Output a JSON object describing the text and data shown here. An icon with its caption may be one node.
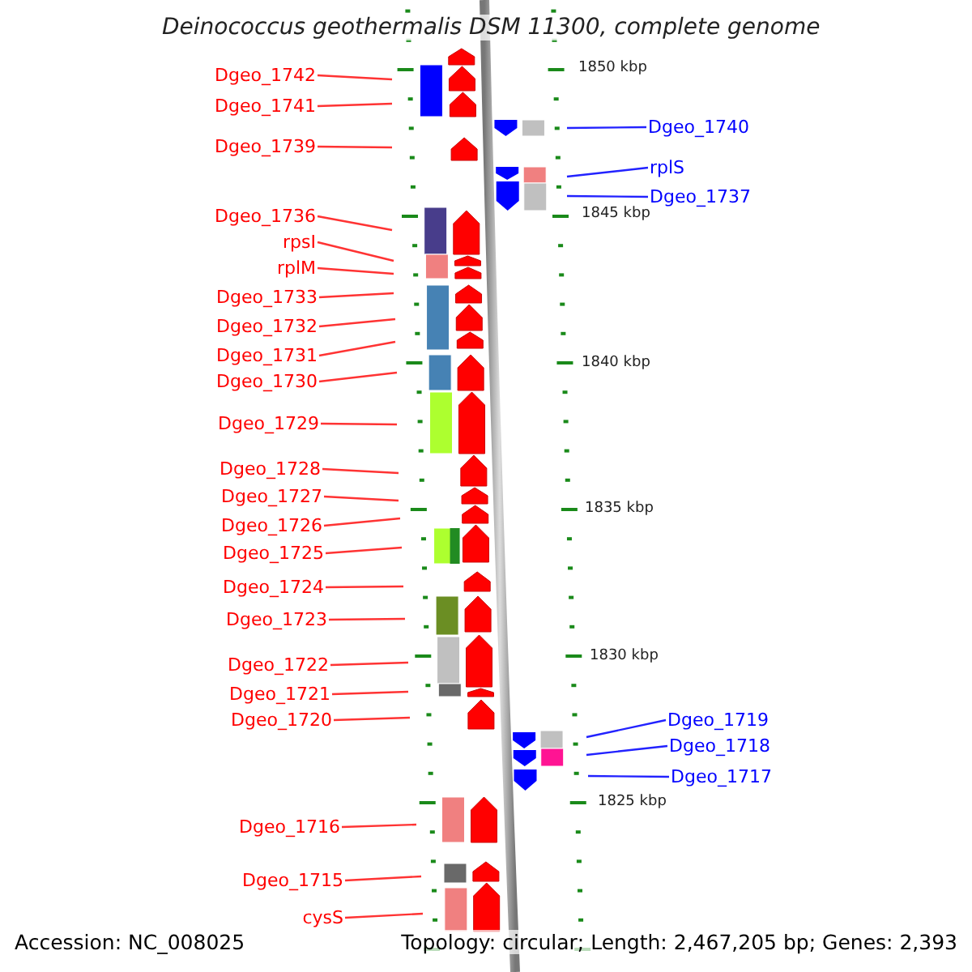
{
  "diagram": {
    "title": "Deinococcus geothermalis DSM 11300, complete genome",
    "nodes": [
      {
        "text": [
          "Dgeo_1742"
        ]
      },
      {
        "text": [
          "Dgeo_1741"
        ]
      },
      {
        "text": [
          "Dgeo_1740"
        ]
      },
      {
        "text": [
          "Dgeo_1739"
        ]
      },
      {
        "text": [
          "rplS"
        ]
      },
      {
        "text": [
          "Dgeo_1737"
        ]
      },
      {
        "text": [
          "Dgeo_1736"
        ]
      },
      {
        "text": [
          "rpsI"
        ]
      },
      {
        "text": [
          "rplM"
        ]
      },
      {
        "text": [
          "Dgeo_1733"
        ]
      },
      {
        "text": [
          "Dgeo_1732"
        ]
      },
      {
        "text": [
          "Dgeo_1731"
        ]
      },
      {
        "text": [
          "Dgeo_1730"
        ]
      },
      {
        "text": [
          "Dgeo_1729"
        ]
      },
      {
        "text": [
          "Dgeo_1728"
        ]
      },
      {
        "text": [
          "Dgeo_1727"
        ]
      },
      {
        "text": [
          "Dgeo_1726"
        ]
      },
      {
        "text": [
          "Dgeo_1725"
        ]
      },
      {
        "text": [
          "Dgeo_1724"
        ]
      },
      {
        "text": [
          "Dgeo_1723"
        ]
      },
      {
        "text": [
          "Dgeo_1722"
        ]
      },
      {
        "text": [
          "Dgeo_1721"
        ]
      },
      {
        "text": [
          "Dgeo_1720"
        ]
      },
      {
        "text": [
          "Dgeo_1719"
        ]
      },
      {
        "text": [
          "Dgeo_1718"
        ]
      },
      {
        "text": [
          "Dgeo_1717"
        ]
      },
      {
        "text": [
          "Dgeo_1716"
        ]
      },
      {
        "text": [
          "Dgeo_1715"
        ]
      },
      {
        "text": [
          "cysS"
        ]
      }
    ],
    "edges": [
      {
        "from": 0,
        "to": null,
        "arrow": "none"
      },
      {
        "from": 1,
        "to": null,
        "arrow": "none"
      },
      {
        "from": 2,
        "to": null,
        "arrow": "none",
        "color": "#2222ff"
      },
      {
        "from": 3,
        "to": null,
        "arrow": "none"
      },
      {
        "from": 4,
        "to": null,
        "arrow": "none",
        "color": "#2222ff"
      },
      {
        "from": 5,
        "to": null,
        "arrow": "none",
        "color": "#2222ff"
      },
      {
        "from": 6,
        "to": null,
        "arrow": "none"
      },
      {
        "from": 7,
        "to": null,
        "arrow": "none"
      },
      {
        "from": 8,
        "to": null,
        "arrow": "none"
      },
      {
        "from": 9,
        "to": null,
        "arrow": "none"
      },
      {
        "from": 10,
        "to": null,
        "arrow": "none"
      },
      {
        "from": 11,
        "to": null,
        "arrow": "none"
      },
      {
        "from": 12,
        "to": null,
        "arrow": "none"
      },
      {
        "from": 13,
        "to": null,
        "arrow": "none"
      },
      {
        "from": 14,
        "to": null,
        "arrow": "none"
      },
      {
        "from": 15,
        "to": null,
        "arrow": "none"
      },
      {
        "from": 16,
        "to": null,
        "arrow": "none"
      },
      {
        "from": 17,
        "to": null,
        "arrow": "none"
      },
      {
        "from": 18,
        "to": null,
        "arrow": "none"
      },
      {
        "from": 19,
        "to": null,
        "arrow": "none"
      },
      {
        "from": 20,
        "to": null,
        "arrow": "none"
      },
      {
        "from": 21,
        "to": null,
        "arrow": "none"
      },
      {
        "from": 22,
        "to": null,
        "arrow": "none"
      },
      {
        "from": 23,
        "to": null,
        "arrow": "none",
        "color": "#2222ff"
      },
      {
        "from": 24,
        "to": null,
        "arrow": "none",
        "color": "#2222ff"
      },
      {
        "from": 25,
        "to": null,
        "arrow": "none",
        "color": "#2222ff"
      },
      {
        "from": 26,
        "to": null,
        "arrow": "none"
      },
      {
        "from": 27,
        "to": null,
        "arrow": "none"
      },
      {
        "from": 28,
        "to": null,
        "arrow": "none"
      }
    ],
    "labels": [
      "1850 kbp",
      "1845 kbp",
      "1840 kbp",
      "1835 kbp",
      "1830 kbp",
      "1825 kbp",
      "Accession: NC_008025",
      "Topology: circular; Length: 2,467,205 bp; Genes: 2,393"
    ]
  }
}
